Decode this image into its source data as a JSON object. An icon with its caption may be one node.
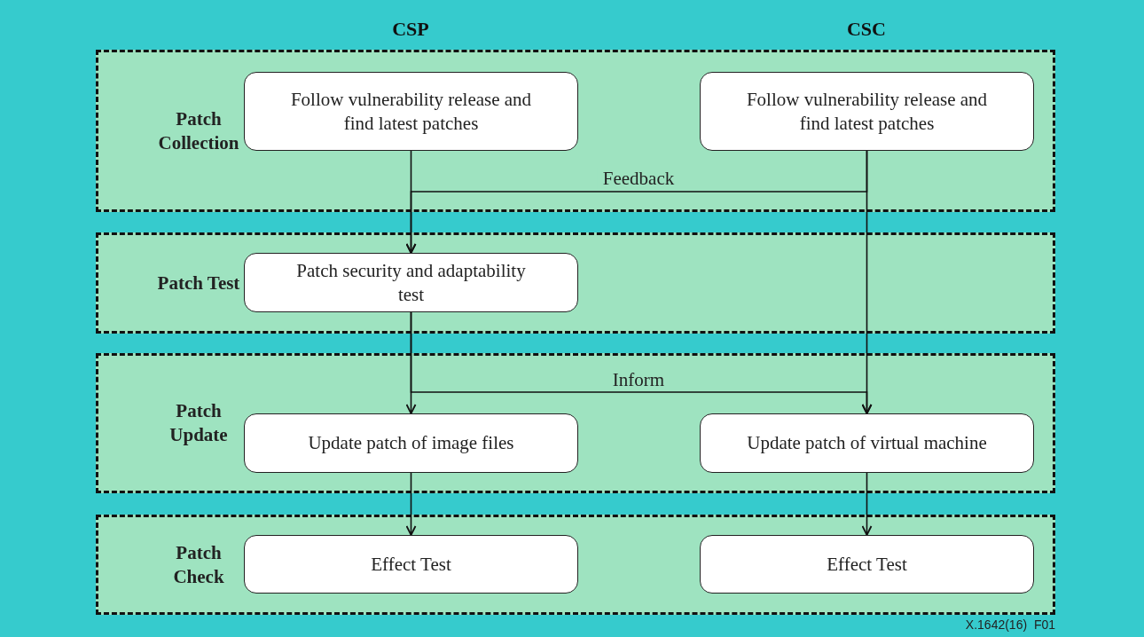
{
  "diagram": {
    "nodes": [
      {
        "text": [
          "Patch Collection"
        ]
      },
      {
        "text": [
          "Follow vulnerability release and find latest patches"
        ],
        "in": 0
      },
      {
        "text": [
          "Follow vulnerability release and find latest patches"
        ],
        "in": 0
      },
      {
        "text": [
          "Patch Test"
        ]
      },
      {
        "text": [
          "Patch security and adaptability test"
        ],
        "in": 3
      },
      {
        "text": [
          "Patch Update"
        ]
      },
      {
        "text": [
          "Update patch of image files"
        ],
        "in": 5
      },
      {
        "text": [
          "Update patch of virtual machine"
        ],
        "in": 5
      },
      {
        "text": [
          "Patch Check"
        ]
      },
      {
        "text": [
          "Effect Test"
        ],
        "in": 8
      },
      {
        "text": [
          "Effect Test"
        ],
        "in": 8
      }
    ],
    "edges": [
      {
        "from": 1,
        "to": 4,
        "arrow": "to"
      },
      {
        "from": 2,
        "to": 4,
        "arrow": "to",
        "label": "Feedback"
      },
      {
        "from": 2,
        "to": 7,
        "arrow": "to"
      },
      {
        "from": 4,
        "to": 6,
        "arrow": "to"
      },
      {
        "from": 4,
        "to": 7,
        "arrow": "to",
        "label": "Inform"
      },
      {
        "from": 6,
        "to": 9,
        "arrow": "to"
      },
      {
        "from": 7,
        "to": 10,
        "arrow": "to"
      }
    ],
    "labels": [
      "CSP",
      "CSC",
      "X.1642(16)  F01"
    ]
  }
}
